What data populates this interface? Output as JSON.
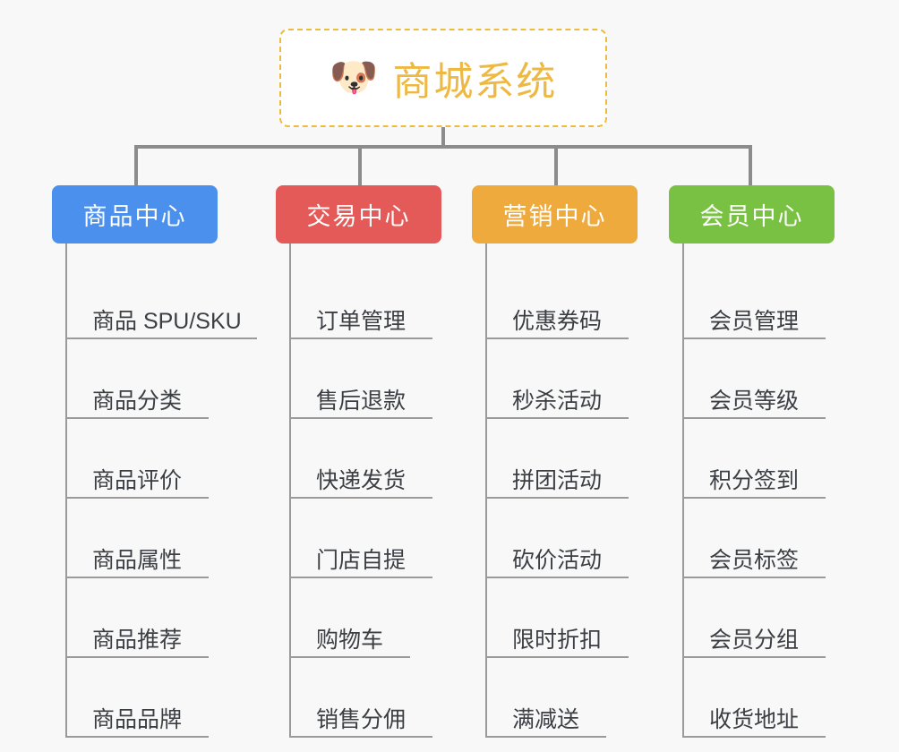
{
  "root": {
    "icon": "shiba-dog-face-icon",
    "emoji": "🐶",
    "title": "商城系统",
    "border_color": "#edbc3e",
    "text_color": "#edb942"
  },
  "connector_color": "#8c8c8c",
  "leaf_line_color": "#9a9a9a",
  "background_color": "#f8f8f8",
  "branches": [
    {
      "title": "商品中心",
      "color": "#4a90ec",
      "leaves": [
        "商品 SPU/SKU",
        "商品分类",
        "商品评价",
        "商品属性",
        "商品推荐",
        "商品品牌"
      ]
    },
    {
      "title": "交易中心",
      "color": "#e45a58",
      "leaves": [
        "订单管理",
        "售后退款",
        "快递发货",
        "门店自提",
        "购物车",
        "销售分佣"
      ]
    },
    {
      "title": "营销中心",
      "color": "#eeaa3c",
      "leaves": [
        "优惠券码",
        "秒杀活动",
        "拼团活动",
        "砍价活动",
        "限时折扣",
        "满减送"
      ]
    },
    {
      "title": "会员中心",
      "color": "#79c142",
      "leaves": [
        "会员管理",
        "会员等级",
        "积分签到",
        "会员标签",
        "会员分组",
        "收货地址"
      ]
    }
  ]
}
